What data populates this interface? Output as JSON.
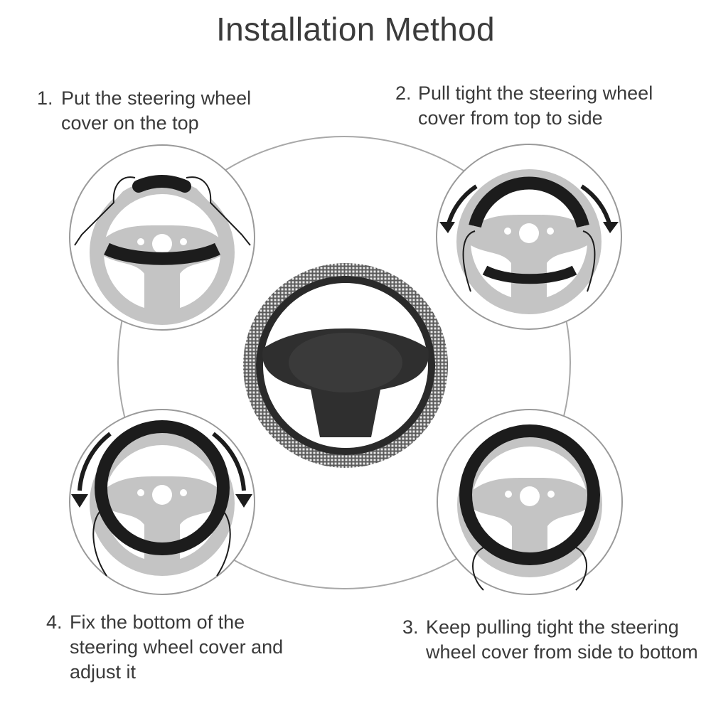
{
  "title": "Installation Method",
  "steps": [
    {
      "number": "1.",
      "text": "Put the steering wheel cover on the top"
    },
    {
      "number": "2.",
      "text": "Pull tight the steering wheel cover from top to side"
    },
    {
      "number": "3.",
      "text": "Keep pulling tight the steering wheel cover from side to bottom"
    },
    {
      "number": "4.",
      "text": "Fix the bottom of the steering wheel cover and adjust it"
    }
  ],
  "colors": {
    "text": "#3b3b3b",
    "circle_stroke": "#9a9a9a",
    "wheel_grey": "#c4c4c4",
    "cover_black": "#1c1c1c"
  }
}
